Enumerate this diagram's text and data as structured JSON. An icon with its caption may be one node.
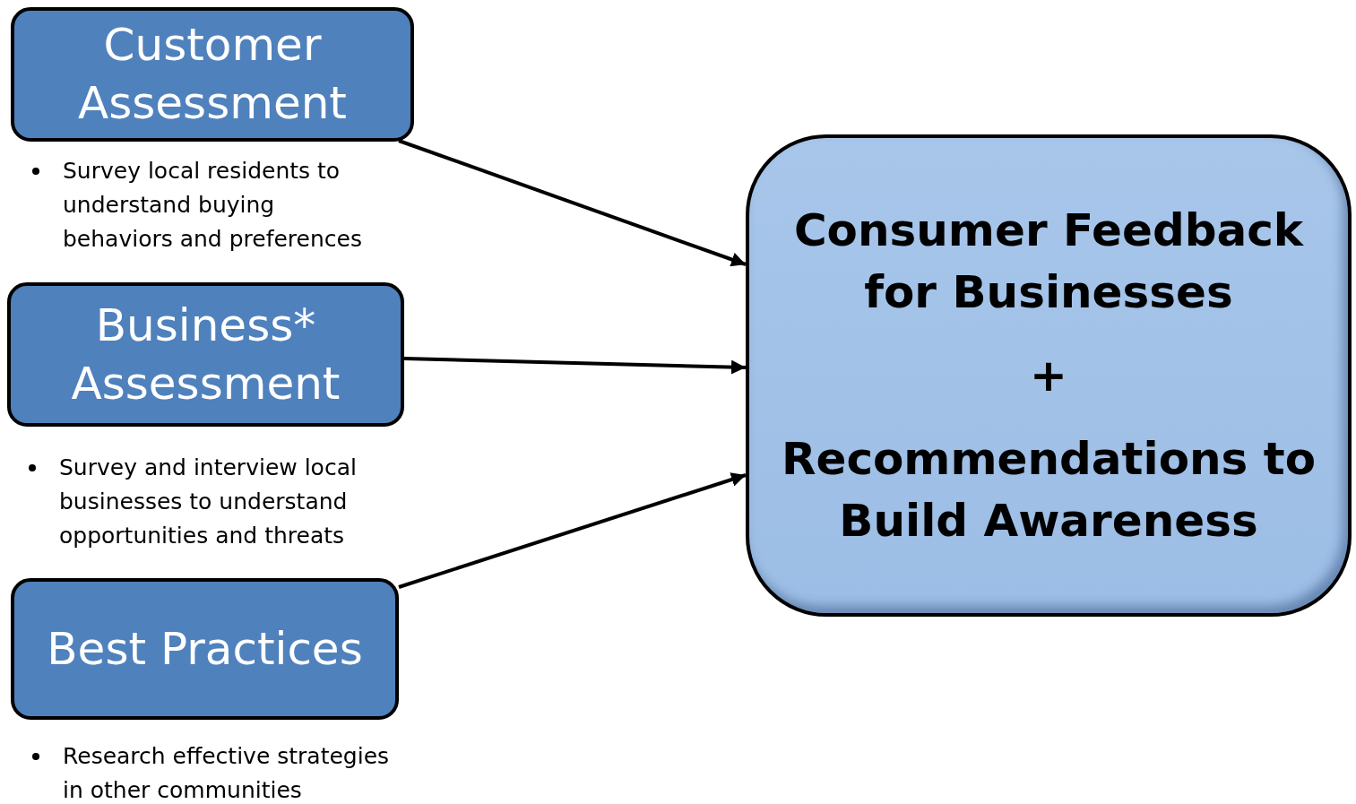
{
  "diagram": {
    "nodes": [
      {
        "text": [
          "Customer Assessment"
        ],
        "beside": [
          "Survey local residents to understand buying behaviors and preferences"
        ]
      },
      {
        "text": [
          "Business* Assessment"
        ],
        "beside": [
          "Survey and interview local businesses to understand opportunities and threats"
        ]
      },
      {
        "text": [
          "Best Practices"
        ],
        "beside": [
          "Research effective strategies in other communities"
        ]
      },
      {
        "text": [
          "Consumer Feedback for Businesses",
          "+",
          "Recommendations to Build Awareness"
        ]
      }
    ],
    "edges": [
      {
        "from": 0,
        "to": 3,
        "arrow": "to"
      },
      {
        "from": 1,
        "to": 3,
        "arrow": "to"
      },
      {
        "from": 2,
        "to": 3,
        "arrow": "to"
      }
    ]
  }
}
